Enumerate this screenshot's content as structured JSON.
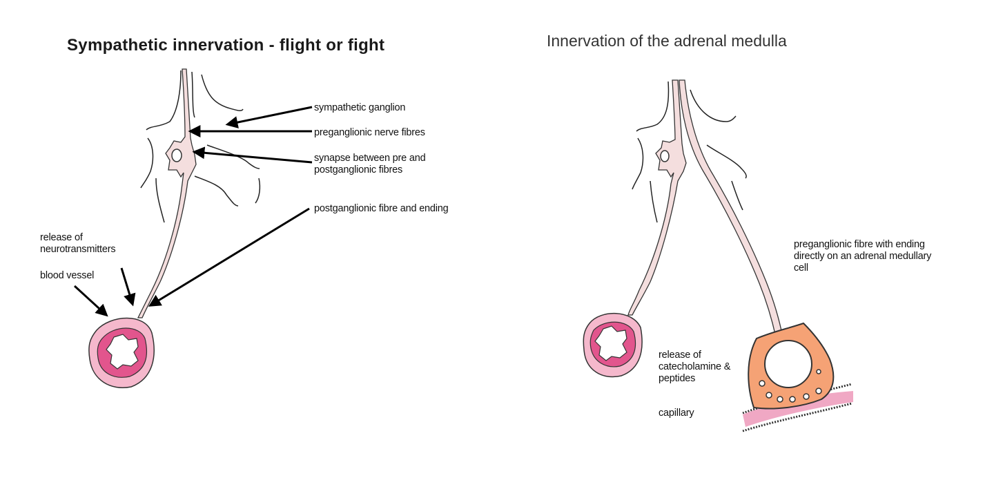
{
  "left": {
    "title": "Sympathetic innervation - flight or fight",
    "labels": {
      "ganglion": "sympathetic ganglion",
      "preganglionic": "preganglionic nerve fibres",
      "synapse_1": "synapse between pre and",
      "synapse_2": "postganglionic fibres",
      "postganglionic": "postganglionic fibre and ending",
      "release_1": "release of",
      "release_2": "neurotransmitters",
      "blood_vessel": "blood vessel"
    }
  },
  "right": {
    "title": "Innervation of the adrenal medulla",
    "labels": {
      "pre_1": "preganglionic fibre with ending",
      "pre_2": "directly on an adrenal medullary",
      "pre_3": "cell",
      "cat_1": "release of",
      "cat_2": "catecholamine &",
      "cat_3": "peptides",
      "capillary": "capillary"
    }
  },
  "colors": {
    "nerve_fill": "#f4dede",
    "vessel_outer": "#f5b8cc",
    "vessel_inner": "#e2558d",
    "adrenal_cell": "#f5a275",
    "capillary": "#f0a8c4"
  }
}
